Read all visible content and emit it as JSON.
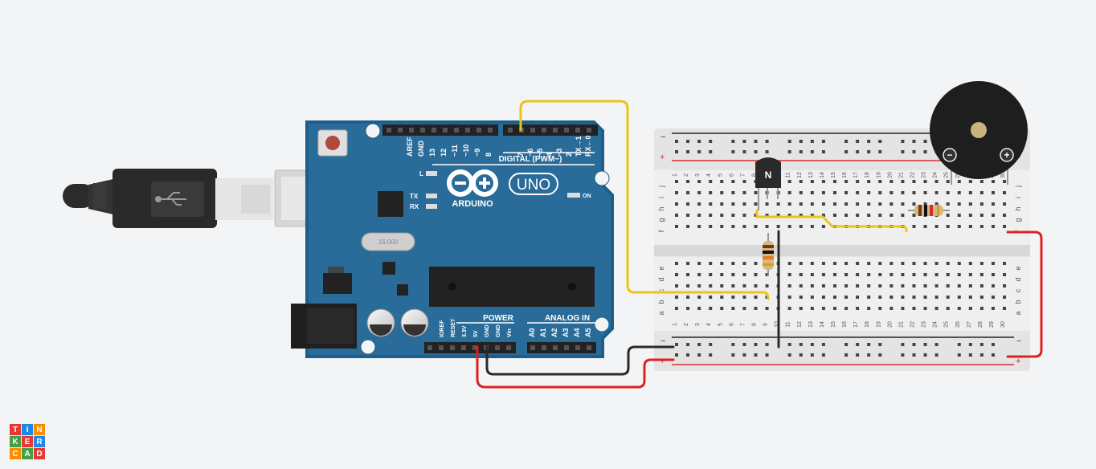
{
  "arduino": {
    "brand": "ARDUINO",
    "model": "UNO",
    "digital_label": "DIGITAL (PWM~)",
    "power_label": "POWER",
    "analog_label": "ANALOG IN",
    "on_label": "ON",
    "led_l": "L",
    "led_tx": "TX",
    "led_rx": "RX",
    "crystal_label": "16.000",
    "top_pins": [
      "AREF",
      "GND",
      "13",
      "12",
      "~11",
      "~10",
      "~9",
      "8",
      "7",
      "~6",
      "~5",
      "4",
      "~3",
      "2",
      "TX→1",
      "RX←0"
    ],
    "power_pins": [
      "IOREF",
      "RESET",
      "3.3V",
      "5V",
      "GND",
      "GND",
      "Vin"
    ],
    "analog_pins": [
      "A0",
      "A1",
      "A2",
      "A3",
      "A4",
      "A5"
    ]
  },
  "breadboard": {
    "columns": [
      "1",
      "2",
      "3",
      "4",
      "5",
      "6",
      "7",
      "8",
      "9",
      "10",
      "11",
      "12",
      "13",
      "14",
      "15",
      "16",
      "17",
      "18",
      "19",
      "20",
      "21",
      "22",
      "23",
      "24",
      "25",
      "26",
      "27",
      "28",
      "29",
      "30"
    ],
    "rows_top": [
      "j",
      "i",
      "h",
      "g",
      "f"
    ],
    "rows_bottom": [
      "e",
      "d",
      "c",
      "b",
      "a"
    ],
    "rail_minus": "−",
    "rail_plus": "+"
  },
  "transistor": {
    "label": "N"
  },
  "buzzer": {
    "minus": "−",
    "plus": "+"
  },
  "logo": {
    "letters": [
      "T",
      "I",
      "N",
      "K",
      "E",
      "R",
      "C",
      "A",
      "D"
    ]
  }
}
